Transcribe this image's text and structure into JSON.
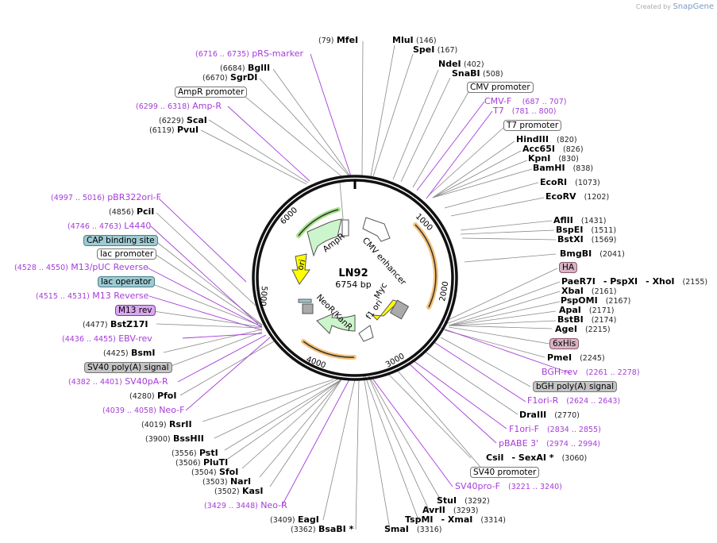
{
  "plasmid": {
    "name": "LN92",
    "length": "6754 bp"
  },
  "credit": {
    "prefix": "Created by",
    "brand": "SnapGene"
  },
  "ticks": [
    "1000",
    "2000",
    "3000",
    "4000",
    "5000",
    "6000"
  ],
  "features": {
    "ampr": "AmpR",
    "ori": "ori",
    "cmv": "CMV enhancer",
    "myc": "Myc",
    "f1": "f1 ori",
    "neo": "NeoR/KanR"
  },
  "colors": {
    "primer": "#a53cd9",
    "ampr_fill": "#ccf5cc",
    "ori_fill": "#ffff00",
    "orf_arc": "#f5c27a",
    "backbone": "#000000"
  },
  "labels": {
    "mfei": {
      "pos": "(79)",
      "name": "MfeI"
    },
    "mlui": {
      "pos": "(146)",
      "name": "MluI"
    },
    "spei": {
      "pos": "(167)",
      "name": "SpeI"
    },
    "ndei": {
      "pos": "(402)",
      "name": "NdeI"
    },
    "snabi": {
      "pos": "(508)",
      "name": "SnaBI"
    },
    "cmv_promoter": "CMV promoter",
    "cmvf": {
      "pos": "(687 .. 707)",
      "name": "CMV-F"
    },
    "t7": {
      "pos": "(781 .. 800)",
      "name": "T7"
    },
    "t7_promoter": "T7 promoter",
    "hindiii": {
      "pos": "(820)",
      "name": "HindIII"
    },
    "acc65i": {
      "pos": "(826)",
      "name": "Acc65I"
    },
    "kpni": {
      "pos": "(830)",
      "name": "KpnI"
    },
    "bamhi": {
      "pos": "(838)",
      "name": "BamHI"
    },
    "ecori": {
      "pos": "(1073)",
      "name": "EcoRI"
    },
    "ecorv": {
      "pos": "(1202)",
      "name": "EcoRV"
    },
    "aflii": {
      "pos": "(1431)",
      "name": "AflII"
    },
    "bspei": {
      "pos": "(1511)",
      "name": "BspEI"
    },
    "bstxi": {
      "pos": "(1569)",
      "name": "BstXI"
    },
    "bmgbi": {
      "pos": "(2041)",
      "name": "BmgBI"
    },
    "ha": "HA",
    "paer7i": {
      "pos": "(2155)",
      "name": "PaeR7I",
      "name2": "- PspXI",
      "name3": "- XhoI"
    },
    "xbai": {
      "pos": "(2161)",
      "name": "XbaI"
    },
    "pspomi": {
      "pos": "(2167)",
      "name": "PspOMI"
    },
    "apai": {
      "pos": "(2171)",
      "name": "ApaI"
    },
    "bstbi": {
      "pos": "(2174)",
      "name": "BstBI"
    },
    "agei": {
      "pos": "(2215)",
      "name": "AgeI"
    },
    "his": "6xHis",
    "pmei": {
      "pos": "(2245)",
      "name": "PmeI"
    },
    "bghrev": {
      "pos": "(2261 .. 2278)",
      "name": "BGH-rev"
    },
    "bgh_polya": "bGH poly(A) signal",
    "f1orir": {
      "pos": "(2624 .. 2643)",
      "name": "F1ori-R"
    },
    "draiii": {
      "pos": "(2770)",
      "name": "DraIII"
    },
    "f1orif": {
      "pos": "(2834 .. 2855)",
      "name": "F1ori-F"
    },
    "pbabe3": {
      "pos": "(2974 .. 2994)",
      "name": "pBABE 3'"
    },
    "csii": {
      "pos": "(3060)",
      "name": "CsiI",
      "name2": "- SexAI *"
    },
    "sv40_promoter": "SV40 promoter",
    "sv40prof": {
      "pos": "(3221 .. 3240)",
      "name": "SV40pro-F"
    },
    "stui": {
      "pos": "(3292)",
      "name": "StuI"
    },
    "avrii": {
      "pos": "(3293)",
      "name": "AvrII"
    },
    "tspmi": {
      "pos": "(3314)",
      "name": "TspMI",
      "name2": "- XmaI"
    },
    "smai": {
      "pos": "(3316)",
      "name": "SmaI"
    },
    "bsabi": {
      "pos": "(3362)",
      "name": "BsaBI *"
    },
    "eagi": {
      "pos": "(3409)",
      "name": "EagI"
    },
    "neor": {
      "pos": "(3429 .. 3448)",
      "name": "Neo-R"
    },
    "kasi": {
      "pos": "(3502)",
      "name": "KasI"
    },
    "nari": {
      "pos": "(3503)",
      "name": "NarI"
    },
    "sfoi": {
      "pos": "(3504)",
      "name": "SfoI"
    },
    "pluti": {
      "pos": "(3506)",
      "name": "PluTI"
    },
    "psti": {
      "pos": "(3556)",
      "name": "PstI"
    },
    "bsshii": {
      "pos": "(3900)",
      "name": "BssHII"
    },
    "rsrii": {
      "pos": "(4019)",
      "name": "RsrII"
    },
    "neof": {
      "pos": "(4039 .. 4058)",
      "name": "Neo-F"
    },
    "pfoi": {
      "pos": "(4280)",
      "name": "PfoI"
    },
    "sv40par": {
      "pos": "(4382 .. 4401)",
      "name": "SV40pA-R"
    },
    "sv40_polya": "SV40 poly(A) signal",
    "bsmi": {
      "pos": "(4425)",
      "name": "BsmI"
    },
    "ebvrev": {
      "pos": "(4436 .. 4455)",
      "name": "EBV-rev"
    },
    "bstz17i": {
      "pos": "(4477)",
      "name": "BstZ17I"
    },
    "m13rev": "M13 rev",
    "m13reverse": {
      "pos": "(4515 .. 4531)",
      "name": "M13 Reverse"
    },
    "lac_operator": "lac operator",
    "m13puc": {
      "pos": "(4528 .. 4550)",
      "name": "M13/pUC Reverse"
    },
    "lac_promoter": "lac promoter",
    "cap": "CAP binding site",
    "l4440": {
      "pos": "(4746 .. 4763)",
      "name": "L4440"
    },
    "pcii": {
      "pos": "(4856)",
      "name": "PciI"
    },
    "pbr322": {
      "pos": "(4997 .. 5016)",
      "name": "pBR322ori-F"
    },
    "pvui": {
      "pos": "(6119)",
      "name": "PvuI"
    },
    "scai": {
      "pos": "(6229)",
      "name": "ScaI"
    },
    "ampr_primer": {
      "pos": "(6299 .. 6318)",
      "name": "Amp-R"
    },
    "ampr_promoter": "AmpR promoter",
    "sgrdi": {
      "pos": "(6670)",
      "name": "SgrDI"
    },
    "bglii": {
      "pos": "(6684)",
      "name": "BglII"
    },
    "prs": {
      "pos": "(6716 .. 6735)",
      "name": "pRS-marker"
    }
  }
}
